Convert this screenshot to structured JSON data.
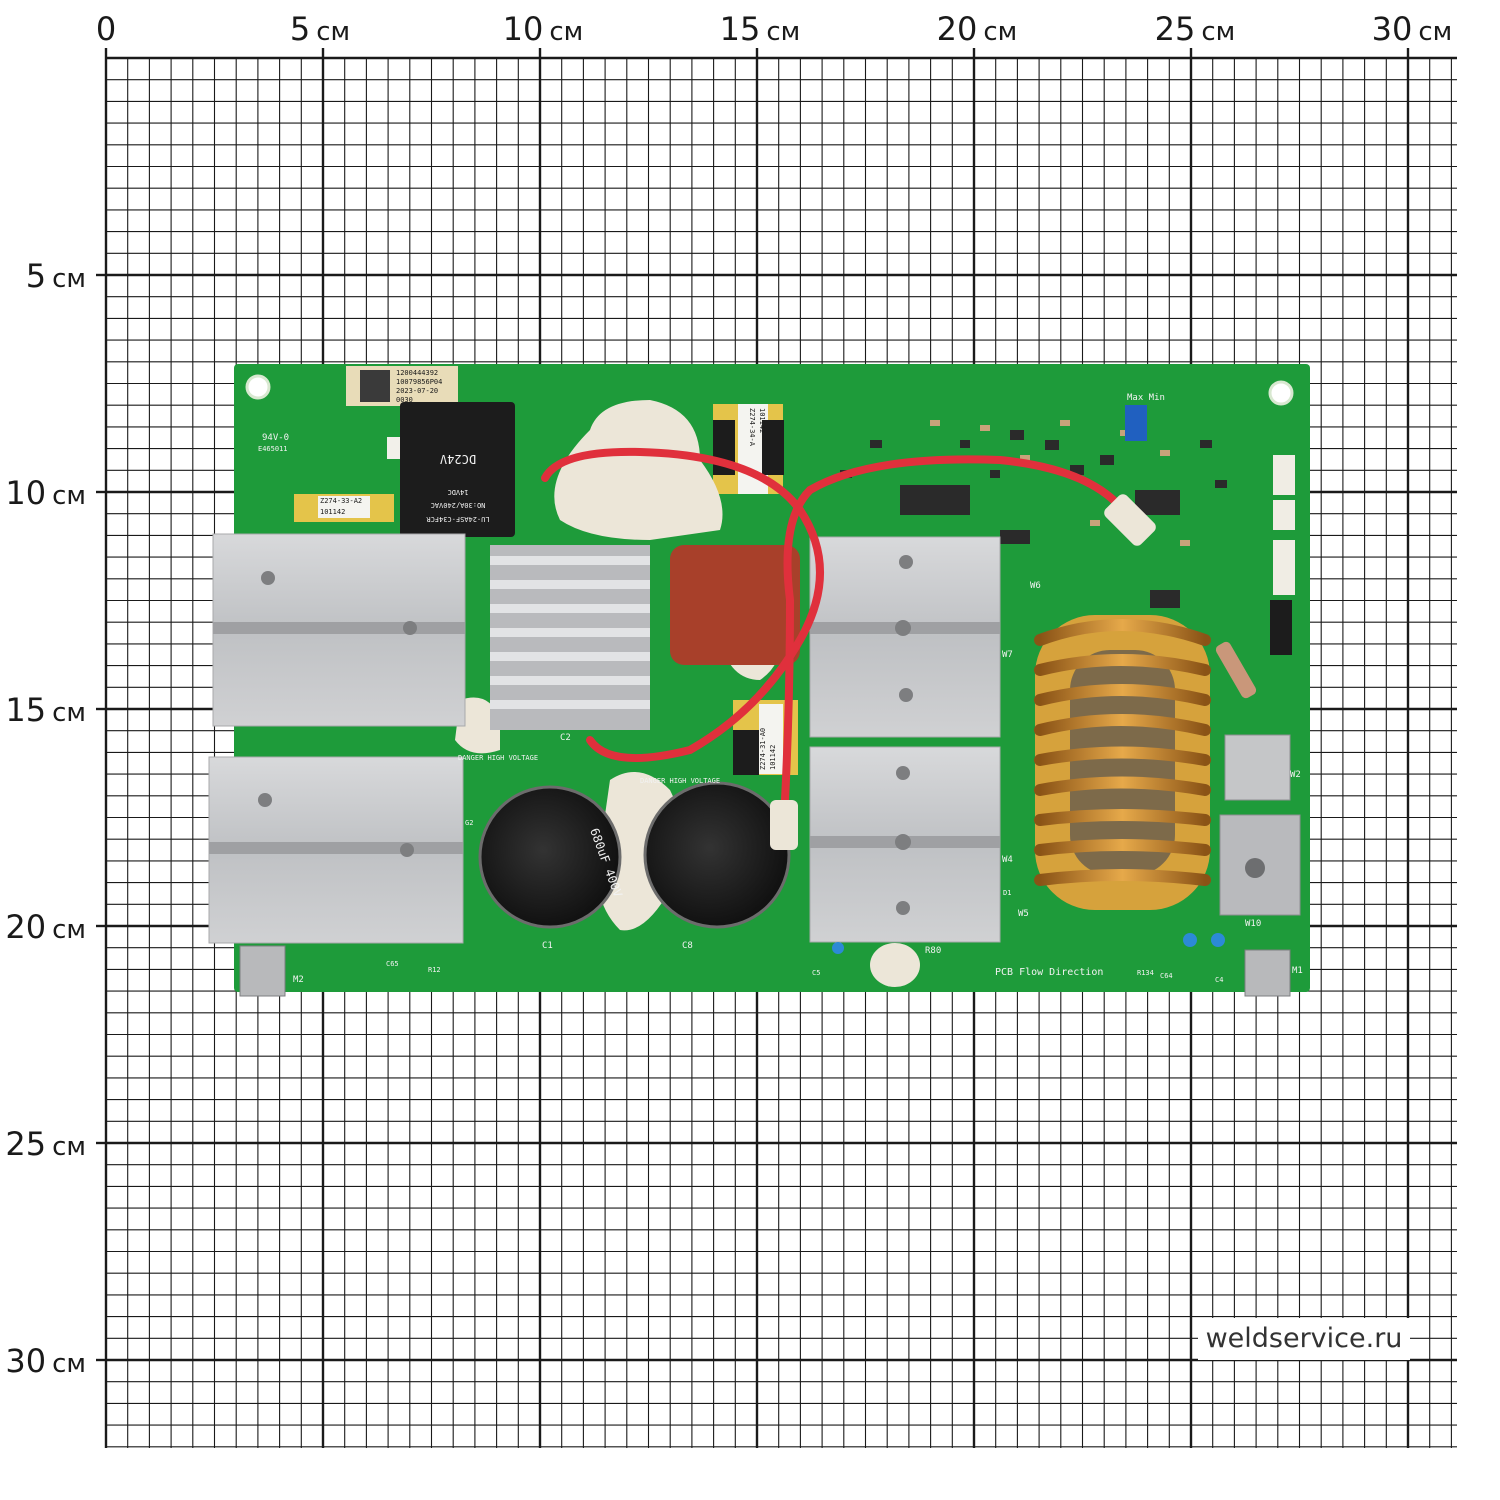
{
  "ruler": {
    "unit": "см",
    "top_labels": [
      "0",
      "5",
      "10",
      "15",
      "20",
      "25",
      "30"
    ],
    "left_labels": [
      "5",
      "10",
      "15",
      "20",
      "25",
      "30"
    ]
  },
  "board": {
    "label_sticker": [
      "1200444392",
      "10079856P04",
      "2023-07-20",
      "0030"
    ],
    "relay_text": [
      "DC24V",
      "NO:30A/240VAC",
      "14VDC",
      "LU-24ASF-C34FCR"
    ],
    "transformer_1": [
      "Z274-33-A2",
      "101142"
    ],
    "transformer_2": [
      "Z274-34-A",
      "101142"
    ],
    "transformer_3": [
      "Z274-31-A0",
      "101142"
    ],
    "ul_mark": [
      "94V-0",
      "E465011"
    ],
    "cap_text": "680uF 400V",
    "silkscreen": {
      "danger_1": "DANGER HIGH VOLTAGE",
      "danger_2": "DANGER HIGH VOLTAGE",
      "pcb_flow": "PCB Flow Direction",
      "max_min": "Max  Min",
      "m1": "M1",
      "m2": "M2",
      "c1": "C1",
      "c8": "C8",
      "c2": "C2",
      "r80": "R80",
      "w10": "W10",
      "w2": "W2",
      "w4": "W4",
      "w5": "W5",
      "w6": "W6",
      "w7": "W7",
      "c4": "C4",
      "c64": "C64",
      "r134": "R134",
      "c5": "C5",
      "c65": "C65",
      "r12": "R12",
      "g2": "G2",
      "d1": "D1"
    }
  },
  "watermark": "weldservice.ru",
  "colors": {
    "grid": "#1a1a1a",
    "pcb": "#1e9b3a",
    "heatsink": "#c9cacc",
    "copper": "#c9862a",
    "wire": "#e0303c",
    "capacitor": "#1c1c1c"
  }
}
